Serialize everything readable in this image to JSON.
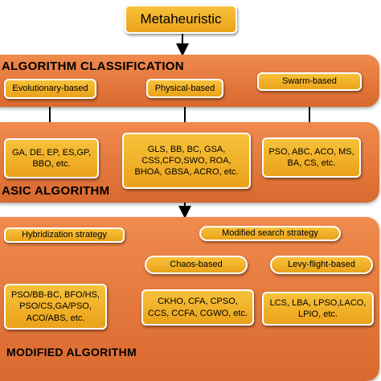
{
  "root": {
    "label": "Metaheuristic"
  },
  "classification": {
    "heading": "ALGORITHM CLASSIFICATION",
    "categories": [
      "Evolutionary-based",
      "Physical-based",
      "Swarm-based"
    ]
  },
  "basic": {
    "heading": "ASIC ALGORITHM",
    "evolutionary": "GA, DE, EP, ES,GP, BBO, etc.",
    "physical": "GLS, BB, BC, GSA, CSS,CFO,SWO, ROA, BHOA, GBSA, ACRO, etc.",
    "swarm": "PSO, ABC, ACO, MS, BA, CS, etc."
  },
  "modified": {
    "heading": "MODIFIED  ALGORITHM",
    "hybridization": "Hybridization strategy",
    "modified_search": "Modified search strategy",
    "chaos": "Chaos-based",
    "levy": "Levy-flight-based",
    "hybrid_algos": "PSO/BB-BC, BFO/HS, PSO/CS,GA/PSO, ACO/ABS, etc.",
    "chaos_algos": "CKHO, CFA, CPSO, CCS, CCFA, CGWO, etc.",
    "levy_algos": "LCS, LBA, LPSO,LACO, LPIO, etc."
  }
}
